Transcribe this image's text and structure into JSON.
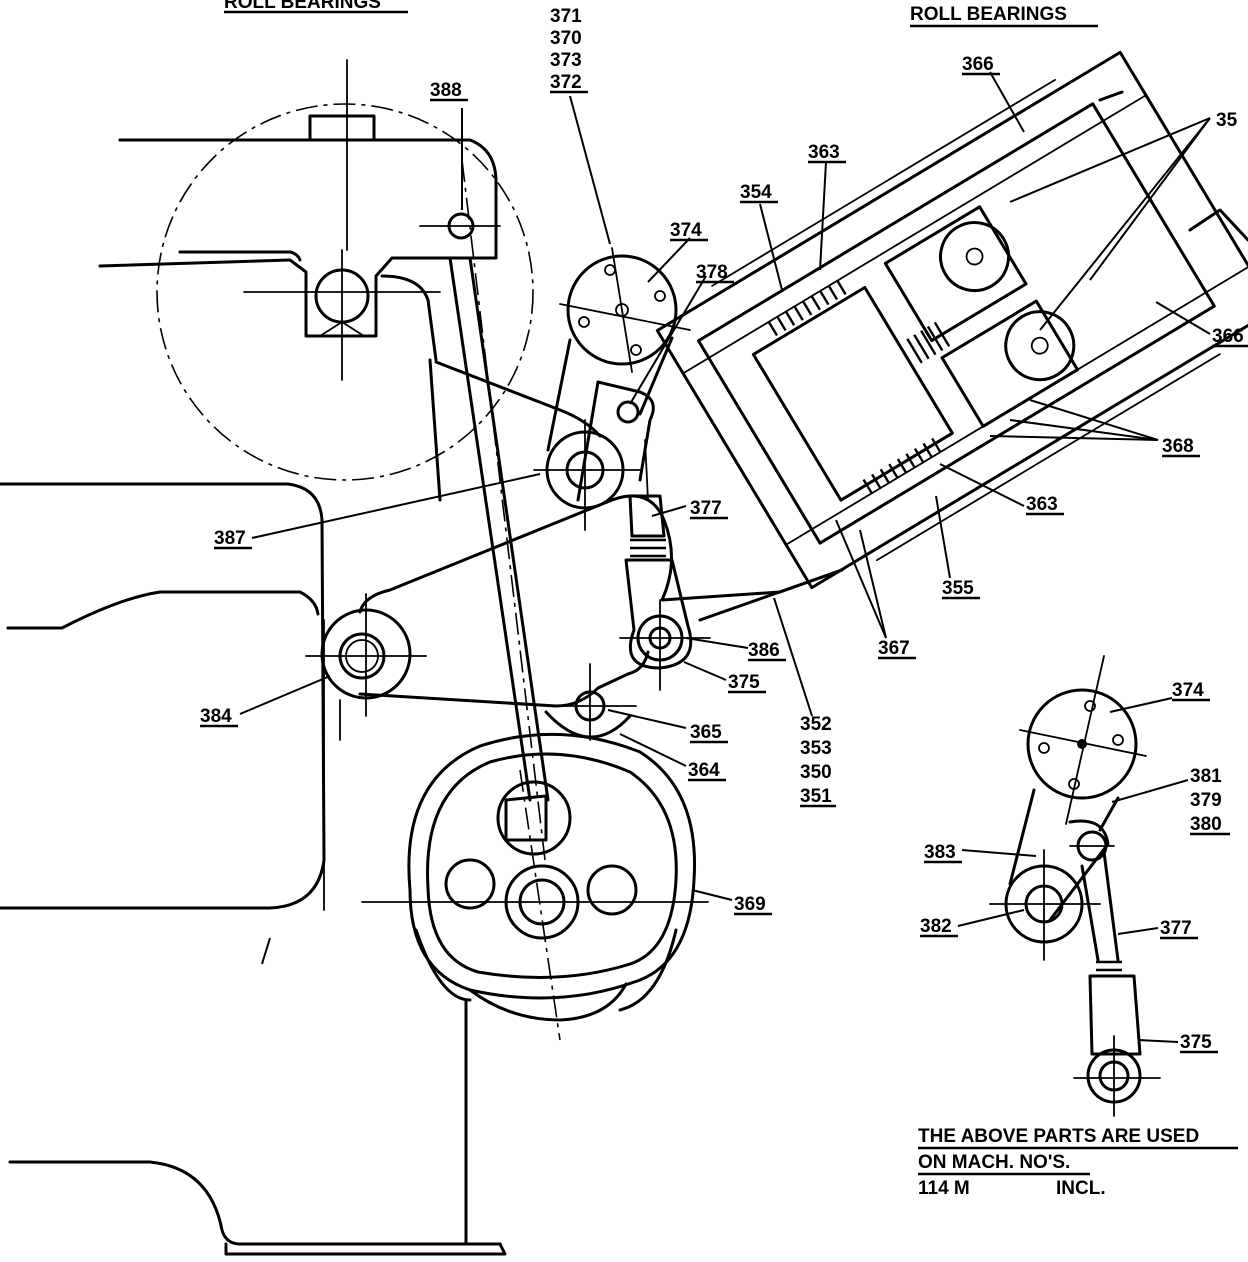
{
  "headings": {
    "left": "ROLL BEARINGS",
    "right": "ROLL BEARINGS"
  },
  "labels": {
    "n371": "371",
    "n370": "370",
    "n373": "373",
    "n372": "372",
    "n388": "388",
    "n374a": "374",
    "n378": "378",
    "n366a": "366",
    "n363a": "363",
    "n354": "354",
    "n35x": "35",
    "n366b": "366",
    "n368": "368",
    "n363b": "363",
    "n355": "355",
    "n367": "367",
    "n387": "387",
    "n377a": "377",
    "n386": "386",
    "n375a": "375",
    "n384": "384",
    "n365": "365",
    "n364": "364",
    "n352": "352",
    "n353": "353",
    "n350": "350",
    "n351": "351",
    "n369": "369",
    "n374b": "374",
    "n381": "381",
    "n379": "379",
    "n380": "380",
    "n383": "383",
    "n382": "382",
    "n377b": "377",
    "n375b": "375"
  },
  "note": {
    "line1": "THE ABOVE PARTS ARE USED",
    "line2": "ON MACH. NO'S.",
    "line3a": "114 M",
    "line3b": "INCL."
  }
}
